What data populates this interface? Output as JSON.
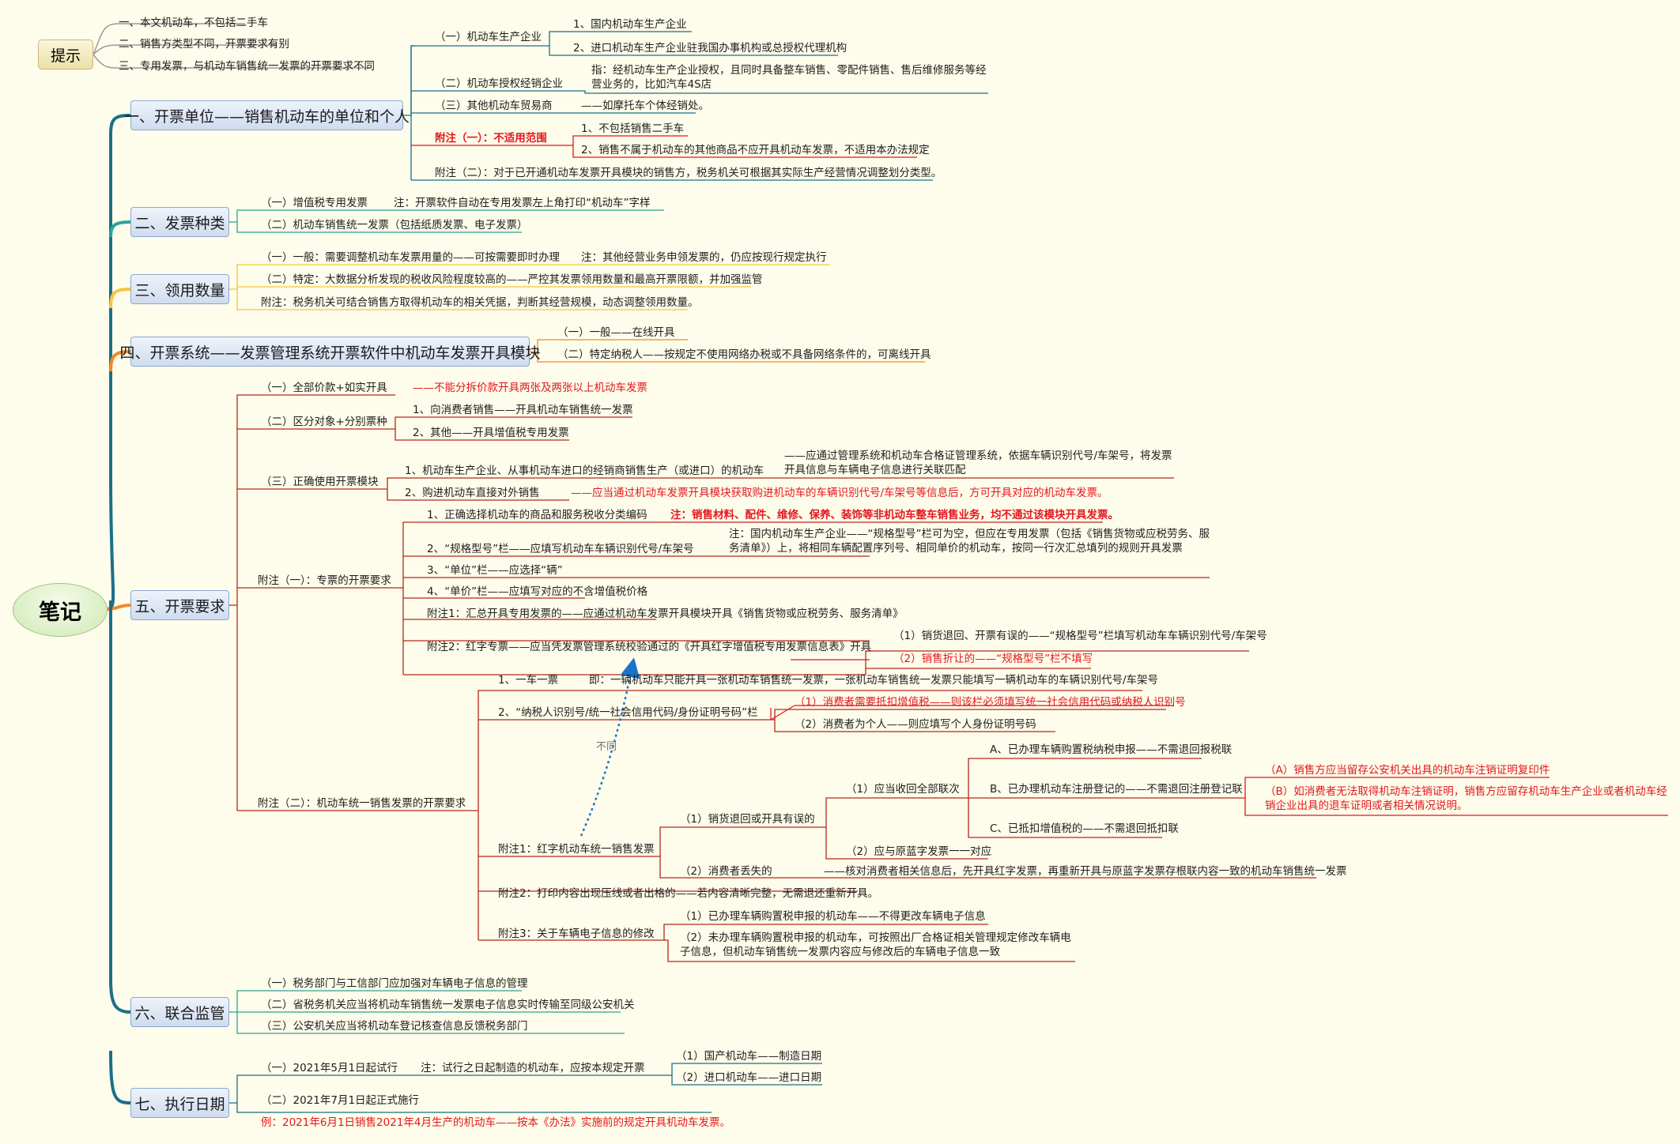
{
  "root": "笔记",
  "hint": {
    "title": "提示",
    "items": [
      "一、本文机动车，不包括二手车",
      "二、销售方类型不同，开票要求有别",
      "三、专用发票，与机动车销售统一发票的开票要求不同"
    ]
  },
  "s1": {
    "title": "一、开票单位——销售机动车的单位和个人",
    "a": "（一）机动车生产企业",
    "a1": "1、国内机动车生产企业",
    "a2": "2、进口机动车生产企业驻我国办事机构或总授权代理机构",
    "b": "（二）机动车授权经销企业",
    "b_note": "指：经机动车生产企业授权，且同时具备整车销售、零配件销售、售后维修服务等经营业务的，比如汽车4S店",
    "c": "（三）其他机动车贸易商",
    "c_note": "——如摩托车个体经销处。",
    "d": "附注（一）：不适用范围",
    "d1": "1、不包括销售二手车",
    "d2": "2、销售不属于机动车的其他商品不应开具机动车发票，不适用本办法规定",
    "e": "附注（二）：对于已开通机动车发票开具模块的销售方，税务机关可根据其实际生产经营情况调整划分类型。"
  },
  "s2": {
    "title": "二、发票种类",
    "a": "（一）增值税专用发票",
    "a_note": "注：开票软件自动在专用发票左上角打印“机动车”字样",
    "b": "（二）机动车销售统一发票（包括纸质发票、电子发票）"
  },
  "s3": {
    "title": "三、领用数量",
    "a": "（一）一般：需要调整机动车发票用量的——可按需要即时办理",
    "a_note": "注：其他经营业务申领发票的，仍应按现行规定执行",
    "b": "（二）特定：大数据分析发现的税收风险程度较高的——严控其发票领用数量和最高开票限额，并加强监管",
    "c": "附注：税务机关可结合销售方取得机动车的相关凭据，判断其经营规模，动态调整领用数量。"
  },
  "s4": {
    "title": "四、开票系统——发票管理系统开票软件中机动车发票开具模块",
    "a": "（一）一般——在线开具",
    "b": "（二）特定纳税人——按规定不使用网络办税或不具备网络条件的，可离线开具"
  },
  "s5": {
    "title": "五、开票要求",
    "a": "（一）全部价款+如实开具",
    "a_note": "——不能分拆价款开具两张及两张以上机动车发票",
    "b": "（二）区分对象+分别票种",
    "b1": "1、向消费者销售——开具机动车销售统一发票",
    "b2": "2、其他——开具增值税专用发票",
    "c": "（三）正确使用开票模块",
    "c1": "1、机动车生产企业、从事机动车进口的经销商销售生产（或进口）的机动车",
    "c1_note": "——应通过管理系统和机动车合格证管理系统，依据车辆识别代号/车架号，将发票开具信息与车辆电子信息进行关联匹配",
    "c2": "2、购进机动车直接对外销售",
    "c2_note": "——应当通过机动车发票开具模块获取购进机动车的车辆识别代号/车架号等信息后，方可开具对应的机动车发票。",
    "d": "附注（一）：专票的开票要求",
    "d1": "1、正确选择机动车的商品和服务税收分类编码",
    "d1_note": "注：销售材料、配件、维修、保养、装饰等非机动车整车销售业务，均不通过该模块开具发票。",
    "d2": "2、“规格型号”栏——应填写机动车车辆识别代号/车架号",
    "d2_note": "注：国内机动车生产企业——“规格型号”栏可为空，但应在专用发票（包括《销售货物或应税劳务、服务清单》）上，将相同车辆配置序列号、相同单价的机动车，按同一行次汇总填列的规则开具发票",
    "d3": "3、“单位”栏——应选择“辆”",
    "d4": "4、“单价”栏——应填写对应的不含增值税价格",
    "d5": "附注1：汇总开具专用发票的——应通过机动车发票开具模块开具《销售货物或应税劳务、服务清单》",
    "d6": "附注2：红字专票——应当凭发票管理系统校验通过的《开具红字增值税专用发票信息表》开具",
    "d6a": "（1）销货退回、开票有误的——“规格型号”栏填写机动车车辆识别代号/车架号",
    "d6b": "（2）销售折让的——“规格型号”栏不填写",
    "e": "附注（二）：机动车统一销售发票的开票要求",
    "e1": "1、一车一票",
    "e1_note": "即：一辆机动车只能开具一张机动车销售统一发票，一张机动车销售统一发票只能填写一辆机动车的车辆识别代号/车架号",
    "e2": "2、“纳税人识别号/统一社会信用代码/身份证明号码”栏",
    "e2a": "（1）消费者需要抵扣增值税——则该栏必须填写统一社会信用代码或纳税人识别号",
    "e2b": "（2）消费者为个人——则应填写个人身份证明号码",
    "f": "附注1：红字机动车统一销售发票",
    "f1": "（1）销货退回或开具有误的",
    "f1a": "（1）应当收回全部联次",
    "f1a1": "A、已办理车辆购置税纳税申报——不需退回报税联",
    "f1a2": "B、已办理机动车注册登记的——不需退回注册登记联",
    "f1a2a": "（A）销售方应当留存公安机关出具的机动车注销证明复印件",
    "f1a2b": "（B）如消费者无法取得机动车注销证明，销售方应留存机动车生产企业或者机动车经销企业出具的退车证明或者相关情况说明。",
    "f1a3": "C、已抵扣增值税的——不需退回抵扣联",
    "f1b": "（2）应与原蓝字发票一一对应",
    "f2": "（2）消费者丢失的",
    "f2_note": "——核对消费者相关信息后，先开具红字发票，再重新开具与原蓝字发票存根联内容一致的机动车销售统一发票",
    "g": "附注2：打印内容出现压线或者出格的——若内容清晰完整，无需退还重新开具。",
    "h": "附注3：关于车辆电子信息的修改",
    "h1": "（1）已办理车辆购置税申报的机动车——不得更改车辆电子信息",
    "h2": "（2）未办理车辆购置税申报的机动车，可按照出厂合格证相关管理规定修改车辆电子信息，但机动车销售统一发票内容应与修改后的车辆电子信息一致",
    "diff": "不同"
  },
  "s6": {
    "title": "六、联合监管",
    "a": "（一）税务部门与工信部门应加强对车辆电子信息的管理",
    "b": "（二）省税务机关应当将机动车销售统一发票电子信息实时传输至同级公安机关",
    "c": "（三）公安机关应当将机动车登记核查信息反馈税务部门"
  },
  "s7": {
    "title": "七、执行日期",
    "a": "（一）2021年5月1日起试行",
    "a_note": "注：试行之日起制造的机动车，应按本规定开票",
    "a1": "（1）国产机动车——制造日期",
    "a2": "（2）进口机动车——进口日期",
    "b": "（二）2021年7月1日起正式施行",
    "c": "例：2021年6月1日销售2021年4月生产的机动车——按本《办法》实施前的规定开具机动车发票。"
  },
  "colors": {
    "trunk": "#1b6f8a",
    "orange": "#f08a2a",
    "green": "#2aa39a",
    "yellow": "#f4c542",
    "red": "#e3171e",
    "blue": "#1a73c8"
  }
}
